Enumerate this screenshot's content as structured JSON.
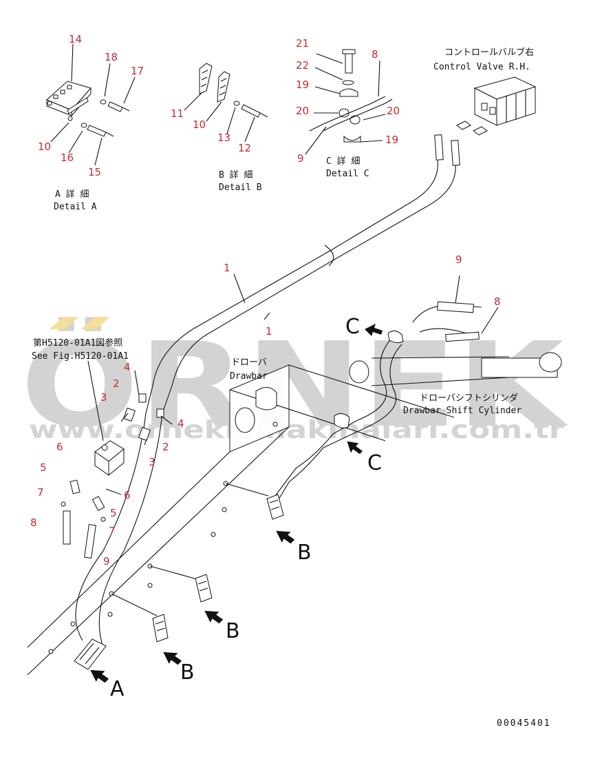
{
  "watermark": {
    "brand": "ÖRNEK",
    "url": "www.ornekismakinalari.com.tr",
    "color": "#cfcfcf",
    "accent_color": "#f2dc8c"
  },
  "drawing_number": "00045401",
  "detail_a": {
    "jp": "A 詳 細",
    "en": "Detail A"
  },
  "detail_b": {
    "jp": "B 詳 細",
    "en": "Detail B"
  },
  "detail_c": {
    "jp": "C 詳 細",
    "en": "Detail C"
  },
  "control_valve": {
    "jp": "コントロールバルブ右",
    "en": "Control Valve R.H."
  },
  "drawbar": {
    "jp": "ドローバ",
    "en": "Drawbar"
  },
  "shift_cylinder": {
    "jp": "ドローバシフトシリンダ",
    "en": "Drawbar Shift Cylinder"
  },
  "see_fig": {
    "jp": "第H5120-01A1図参照",
    "en": "See Fig.H5120-01A1"
  },
  "view_letters": {
    "a": "A",
    "b": "B",
    "c": "C"
  },
  "callouts": {
    "c1": "1",
    "c2": "2",
    "c3": "3",
    "c4": "4",
    "c5": "5",
    "c6": "6",
    "c7": "7",
    "c8": "8",
    "c9": "9",
    "c10": "10",
    "c11": "11",
    "c12": "12",
    "c13": "13",
    "c14": "14",
    "c15": "15",
    "c16": "16",
    "c17": "17",
    "c18": "18",
    "c19": "19",
    "c20": "20",
    "c21": "21",
    "c22": "22"
  },
  "callout_color": "#c8282d"
}
